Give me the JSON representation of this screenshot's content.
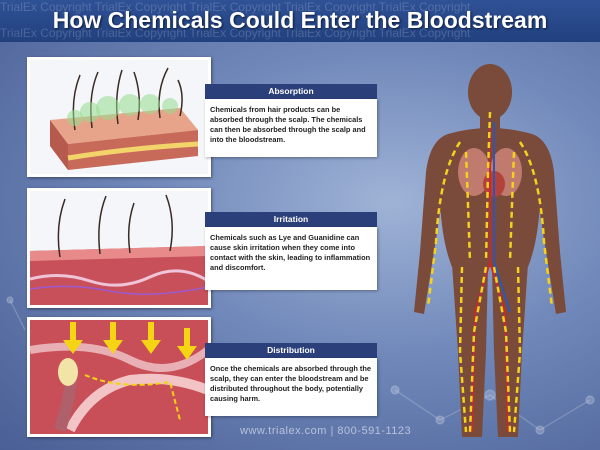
{
  "title": "How Chemicals Could Enter the Bloodstream",
  "watermark": "TrialEx Copyright  TrialEx Copyright  TrialEx Copyright  TrialEx Copyright  TrialEx Copyright",
  "panels": [
    {
      "heading": "Absorption",
      "text": "Chemicals from hair products can be absorbed through the scalp. The chemicals can then be absorbed through the scalp and into the bloodstream."
    },
    {
      "heading": "Irritation",
      "text": "Chemicals such as Lye and Guanidine can cause skin irritation when they come into contact with the skin, leading to inflammation and discomfort."
    },
    {
      "heading": "Distribution",
      "text": "Once the chemicals are absorbed through the scalp, they can enter the bloodstream and be distributed throughout the body, potentially causing harm."
    }
  ],
  "footer": "www.trialex.com  |  800-591-1123",
  "colors": {
    "header": "#2f5196",
    "caption_heading": "#2b3f7a",
    "body_silhouette": "#7a4a3a",
    "pathway": "#f2d21e",
    "arrow": "#f5d414"
  },
  "icons": {
    "arrows": "arrow-down-icon"
  }
}
